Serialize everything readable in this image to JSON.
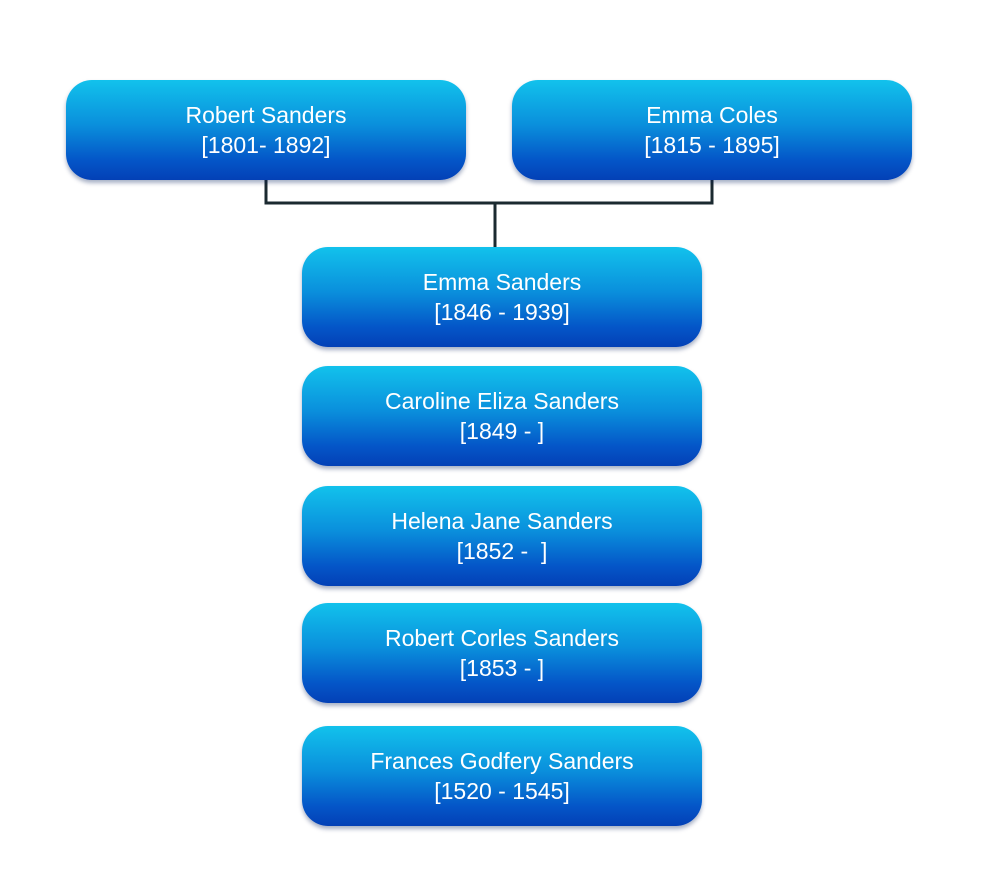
{
  "parents": [
    {
      "name": "Robert Sanders",
      "dates": "[1801- 1892]"
    },
    {
      "name": "Emma Coles",
      "dates": "[1815 - 1895]"
    }
  ],
  "children": [
    {
      "name": "Emma Sanders",
      "dates": "[1846 - 1939]"
    },
    {
      "name": "Caroline Eliza Sanders",
      "dates": "[1849 - ]"
    },
    {
      "name": "Helena Jane Sanders",
      "dates": "[1852 -  ]"
    },
    {
      "name": "Robert Corles Sanders",
      "dates": "[1853 - ]"
    },
    {
      "name": "Frances Godfery Sanders",
      "dates": "[1520 - 1545]"
    }
  ],
  "colors": {
    "box_top": "#12c2ec",
    "box_bottom": "#0340b6",
    "text": "#ffffff",
    "connector": "#1b2a30"
  }
}
